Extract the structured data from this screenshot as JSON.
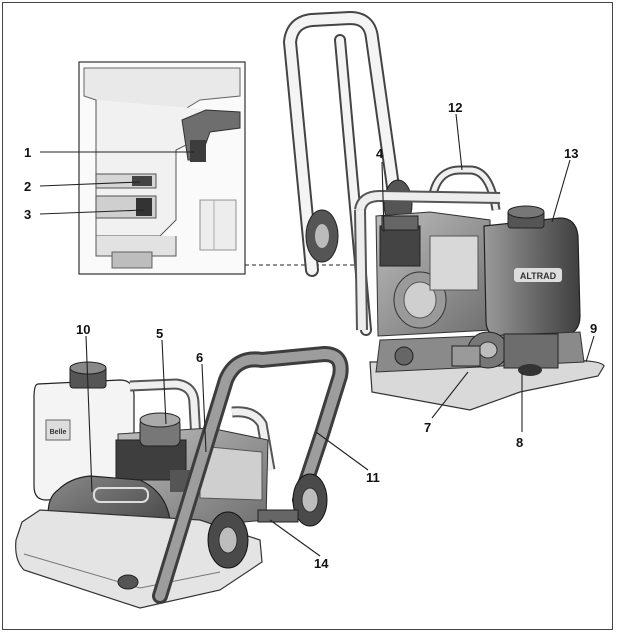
{
  "figure": {
    "callouts": [
      {
        "id": "c1",
        "label": "1"
      },
      {
        "id": "c2",
        "label": "2"
      },
      {
        "id": "c3",
        "label": "3"
      },
      {
        "id": "c4",
        "label": "4"
      },
      {
        "id": "c5",
        "label": "5"
      },
      {
        "id": "c6",
        "label": "6"
      },
      {
        "id": "c7",
        "label": "7"
      },
      {
        "id": "c8",
        "label": "8"
      },
      {
        "id": "c9",
        "label": "9"
      },
      {
        "id": "c10",
        "label": "10"
      },
      {
        "id": "c11",
        "label": "11"
      },
      {
        "id": "c12",
        "label": "12"
      },
      {
        "id": "c13",
        "label": "13"
      },
      {
        "id": "c14",
        "label": "14"
      }
    ],
    "brand_marks": [
      "ALTRAD",
      "Belle"
    ]
  }
}
